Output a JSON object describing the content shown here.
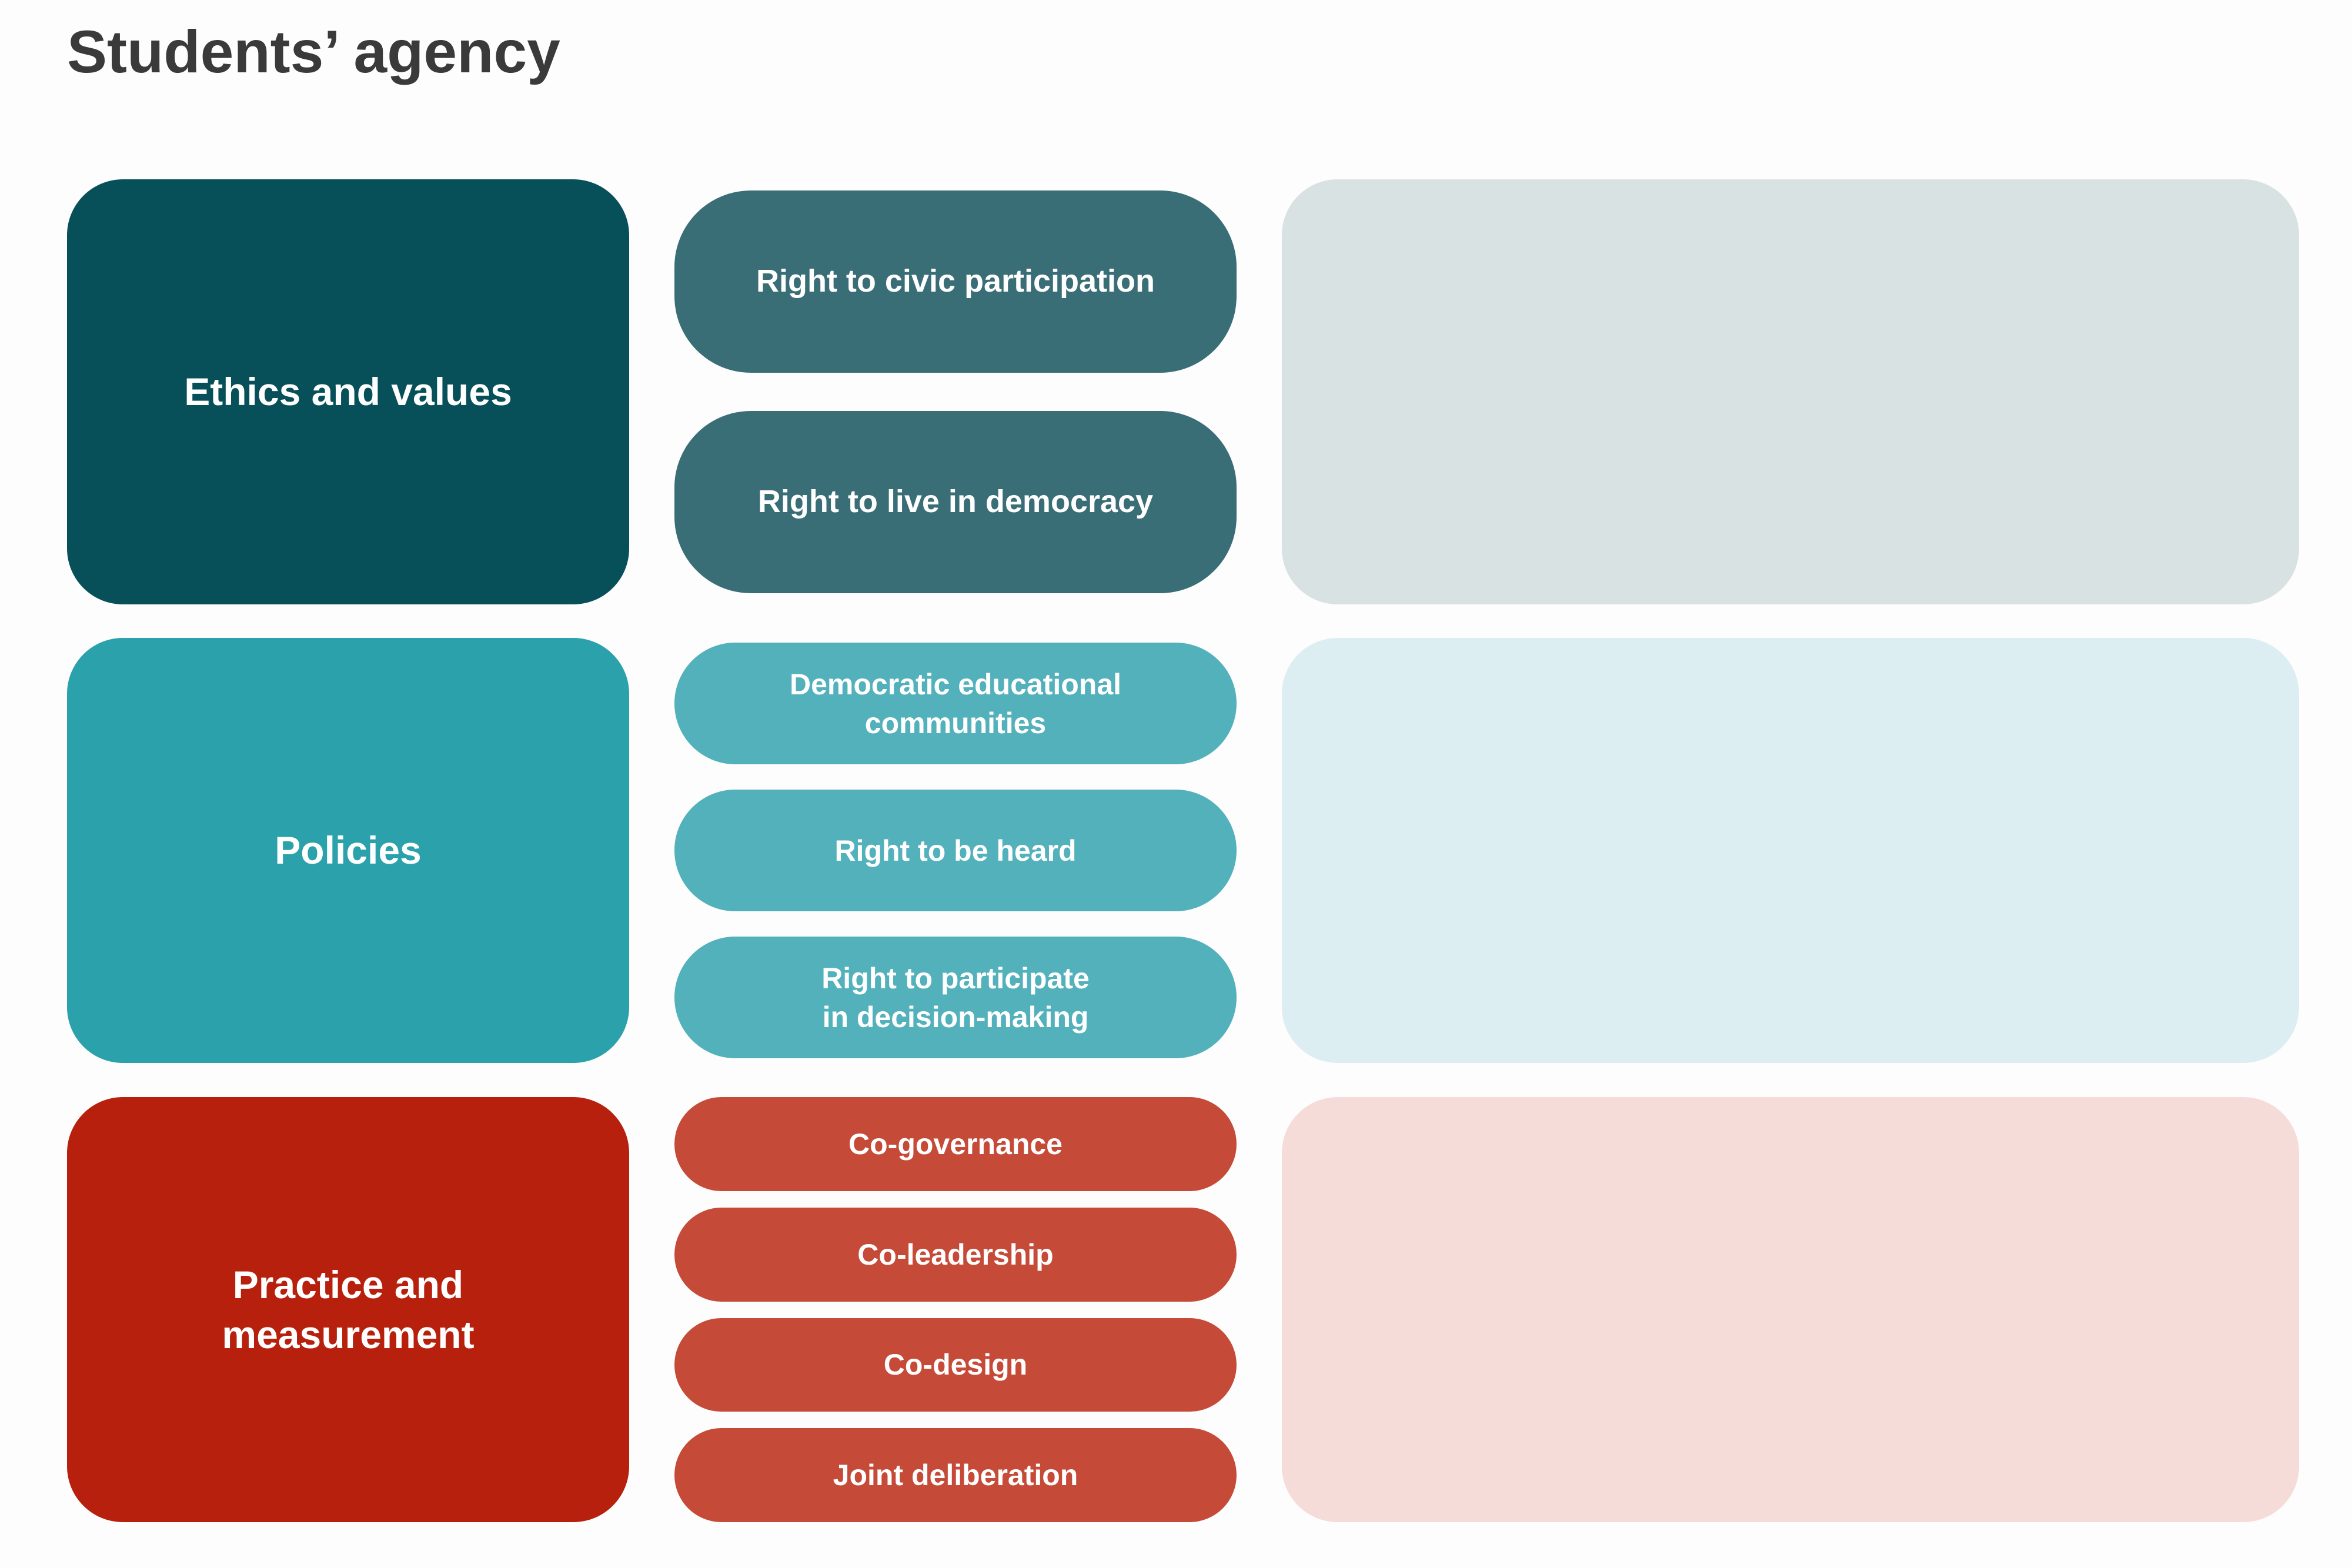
{
  "title": "Students’ agency",
  "colors": {
    "background": "#fdfdfd",
    "title_text": "#3a3a3a",
    "label_text": "#ffffff",
    "ethics_category": "#07505a",
    "ethics_pill": "#3a6e77",
    "ethics_panel": "#d8e2e2",
    "policies_category": "#2aa1ab",
    "policies_pill": "#53b1bb",
    "policies_panel": "#ddeef3",
    "practice_category": "#b6200d",
    "practice_pill": "#c54b38",
    "practice_panel": "#f6dcd8"
  },
  "rows": [
    {
      "category": "Ethics and values",
      "pills": [
        "Right to civic participation",
        "Right to live in democracy"
      ]
    },
    {
      "category": "Policies",
      "pills": [
        "Democratic educational\ncommunities",
        "Right to be heard",
        "Right to participate\nin decision-making"
      ]
    },
    {
      "category": "Practice and\nmeasurement",
      "pills": [
        "Co-governance",
        "Co-leadership",
        "Co-design",
        "Joint deliberation"
      ]
    }
  ]
}
